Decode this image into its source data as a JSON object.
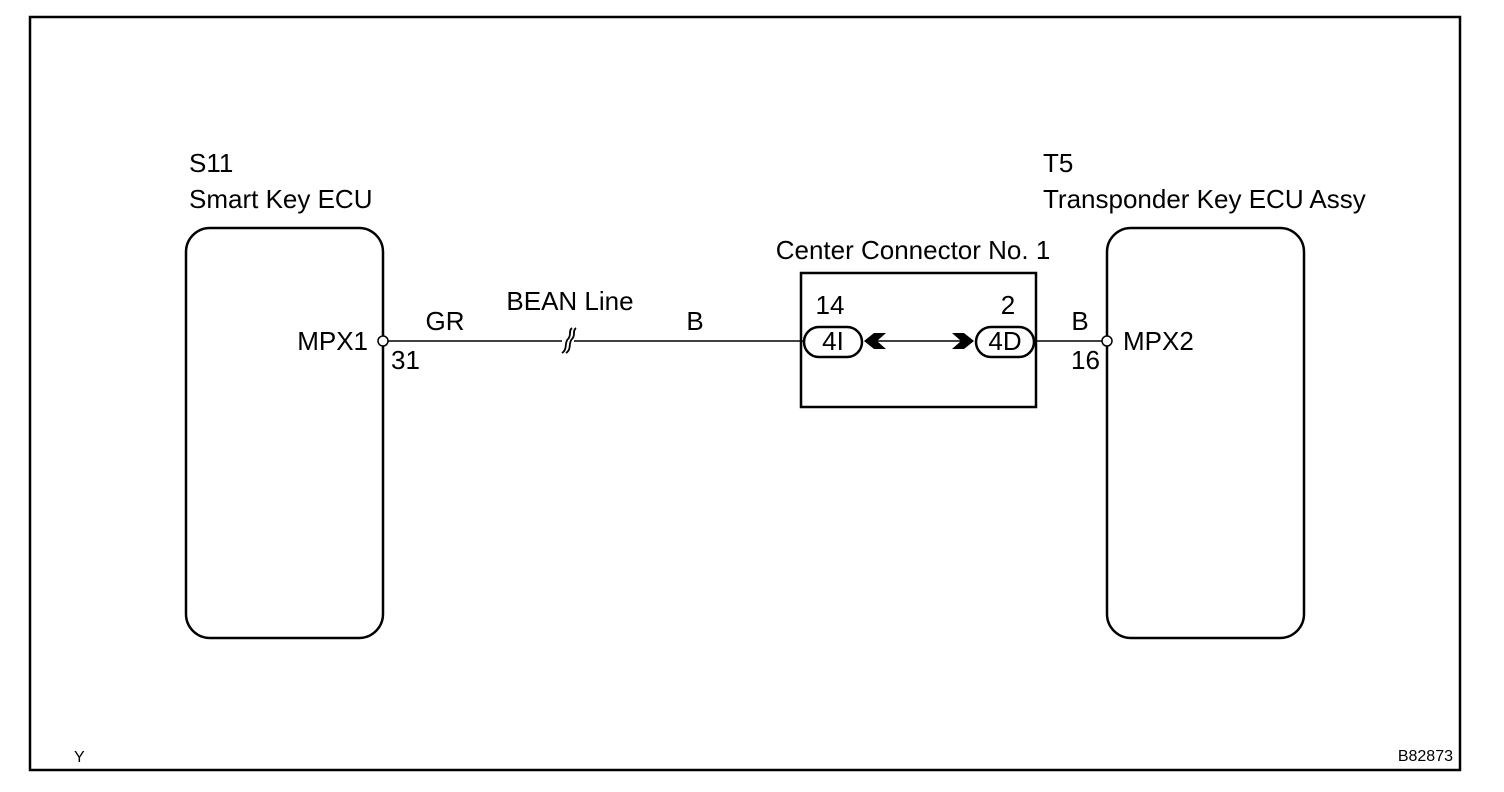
{
  "left_component": {
    "code": "S11",
    "name": "Smart Key ECU",
    "terminal_name": "MPX1",
    "pin": "31"
  },
  "right_component": {
    "code": "T5",
    "name": "Transponder Key ECU Assy",
    "terminal_name": "MPX2",
    "pin": "16"
  },
  "wire_left": {
    "color_code_near_ecu": "GR",
    "line_label": "BEAN Line",
    "color_code_near_connector": "B"
  },
  "wire_right": {
    "color_code": "B"
  },
  "center_connector": {
    "title": "Center Connector No. 1",
    "left_pin": "14",
    "left_connector": "4I",
    "right_pin": "2",
    "right_connector": "4D"
  },
  "footer": {
    "left_mark": "Y",
    "figure_code": "B82873"
  }
}
